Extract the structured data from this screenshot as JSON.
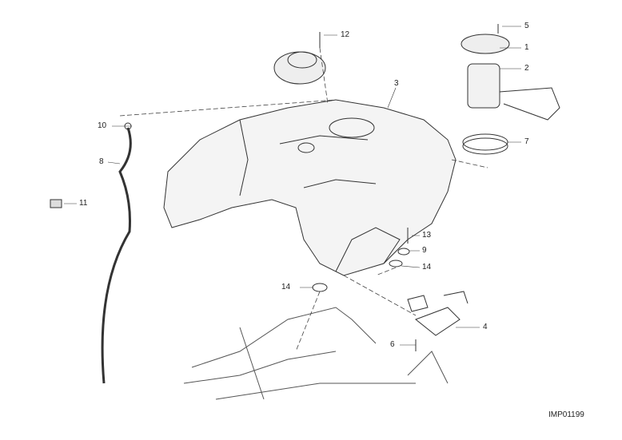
{
  "diagram": {
    "code": "IMP01199",
    "callouts": [
      "1",
      "2",
      "3",
      "4",
      "5",
      "6",
      "7",
      "8",
      "9",
      "10",
      "11",
      "12",
      "13",
      "14",
      "14"
    ]
  }
}
